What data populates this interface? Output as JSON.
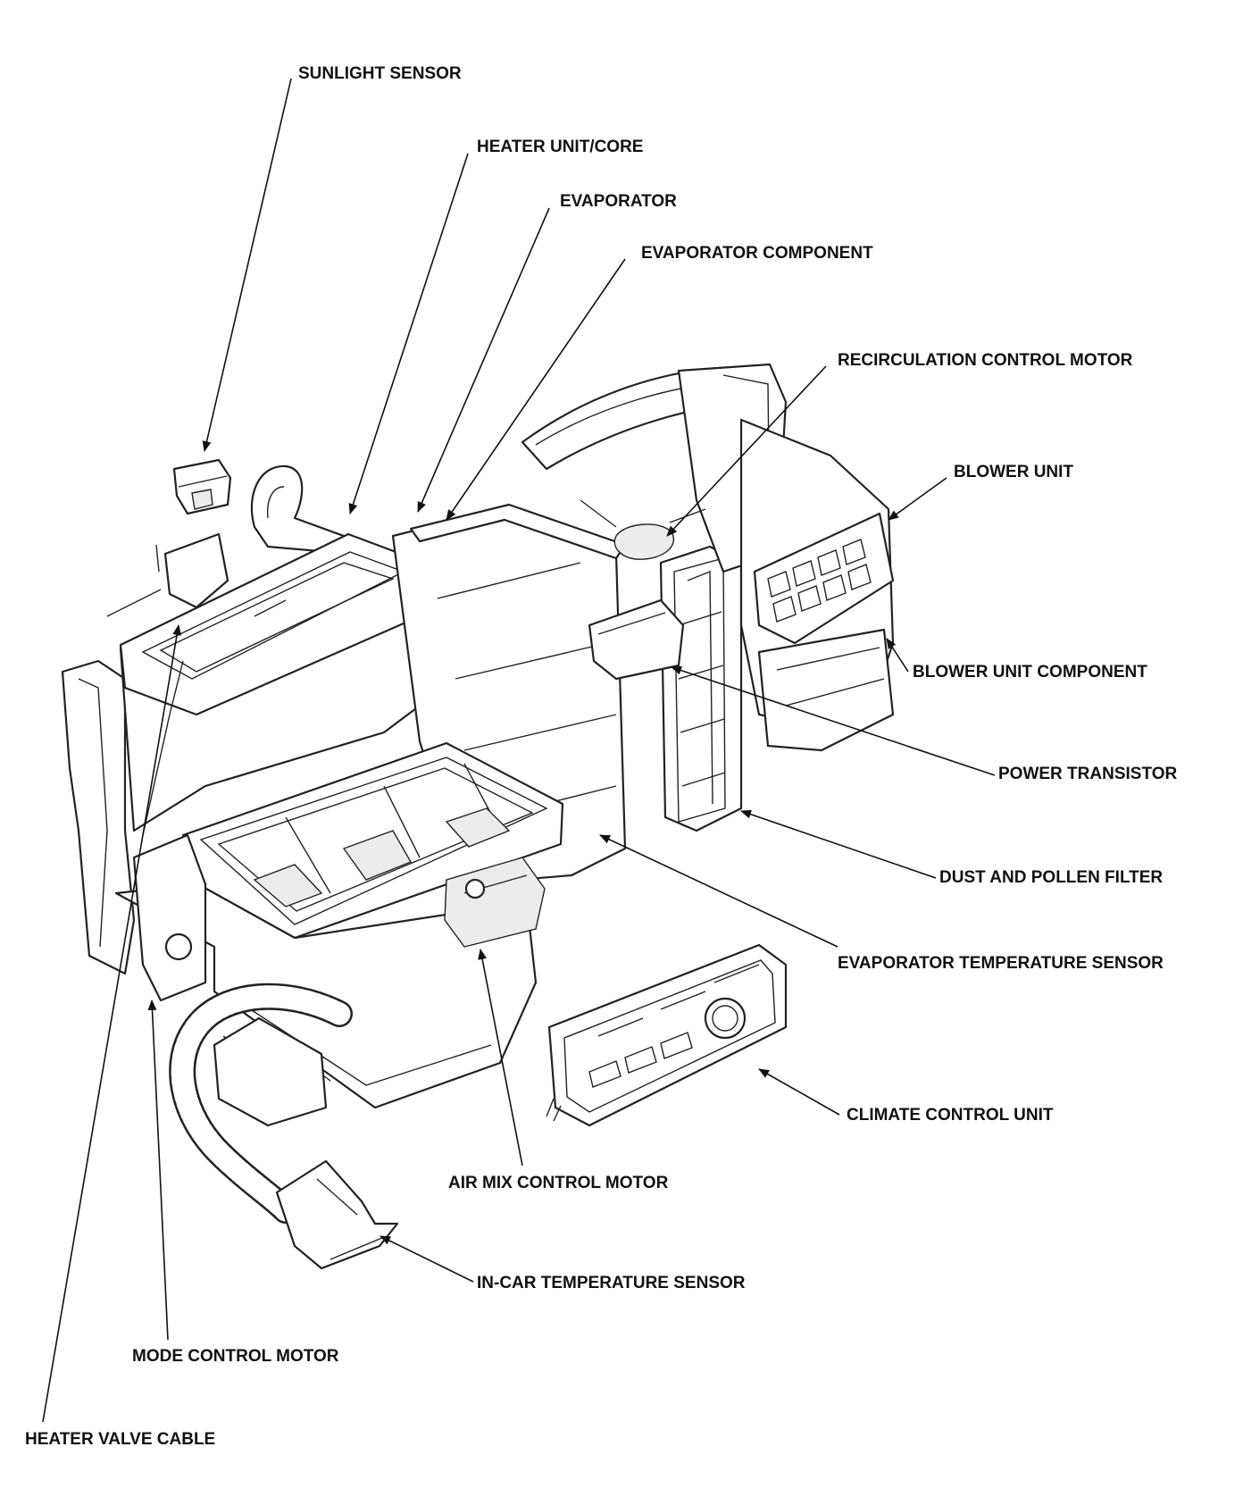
{
  "labels": {
    "sunlight_sensor": "SUNLIGHT SENSOR",
    "heater_unit_core": "HEATER UNIT/CORE",
    "evaporator": "EVAPORATOR",
    "evaporator_component": "EVAPORATOR COMPONENT",
    "recirculation_control_motor": "RECIRCULATION CONTROL MOTOR",
    "blower_unit": "BLOWER UNIT",
    "blower_unit_component": "BLOWER UNIT COMPONENT",
    "power_transistor": "POWER TRANSISTOR",
    "dust_and_pollen_filter": "DUST AND POLLEN FILTER",
    "evaporator_temperature_sensor": "EVAPORATOR TEMPERATURE SENSOR",
    "climate_control_unit": "CLIMATE CONTROL UNIT",
    "air_mix_control_motor": "AIR MIX CONTROL MOTOR",
    "in_car_temperature_sensor": "IN-CAR TEMPERATURE SENSOR",
    "mode_control_motor": "MODE CONTROL MOTOR",
    "heater_valve_cable": "HEATER VALVE CABLE"
  }
}
